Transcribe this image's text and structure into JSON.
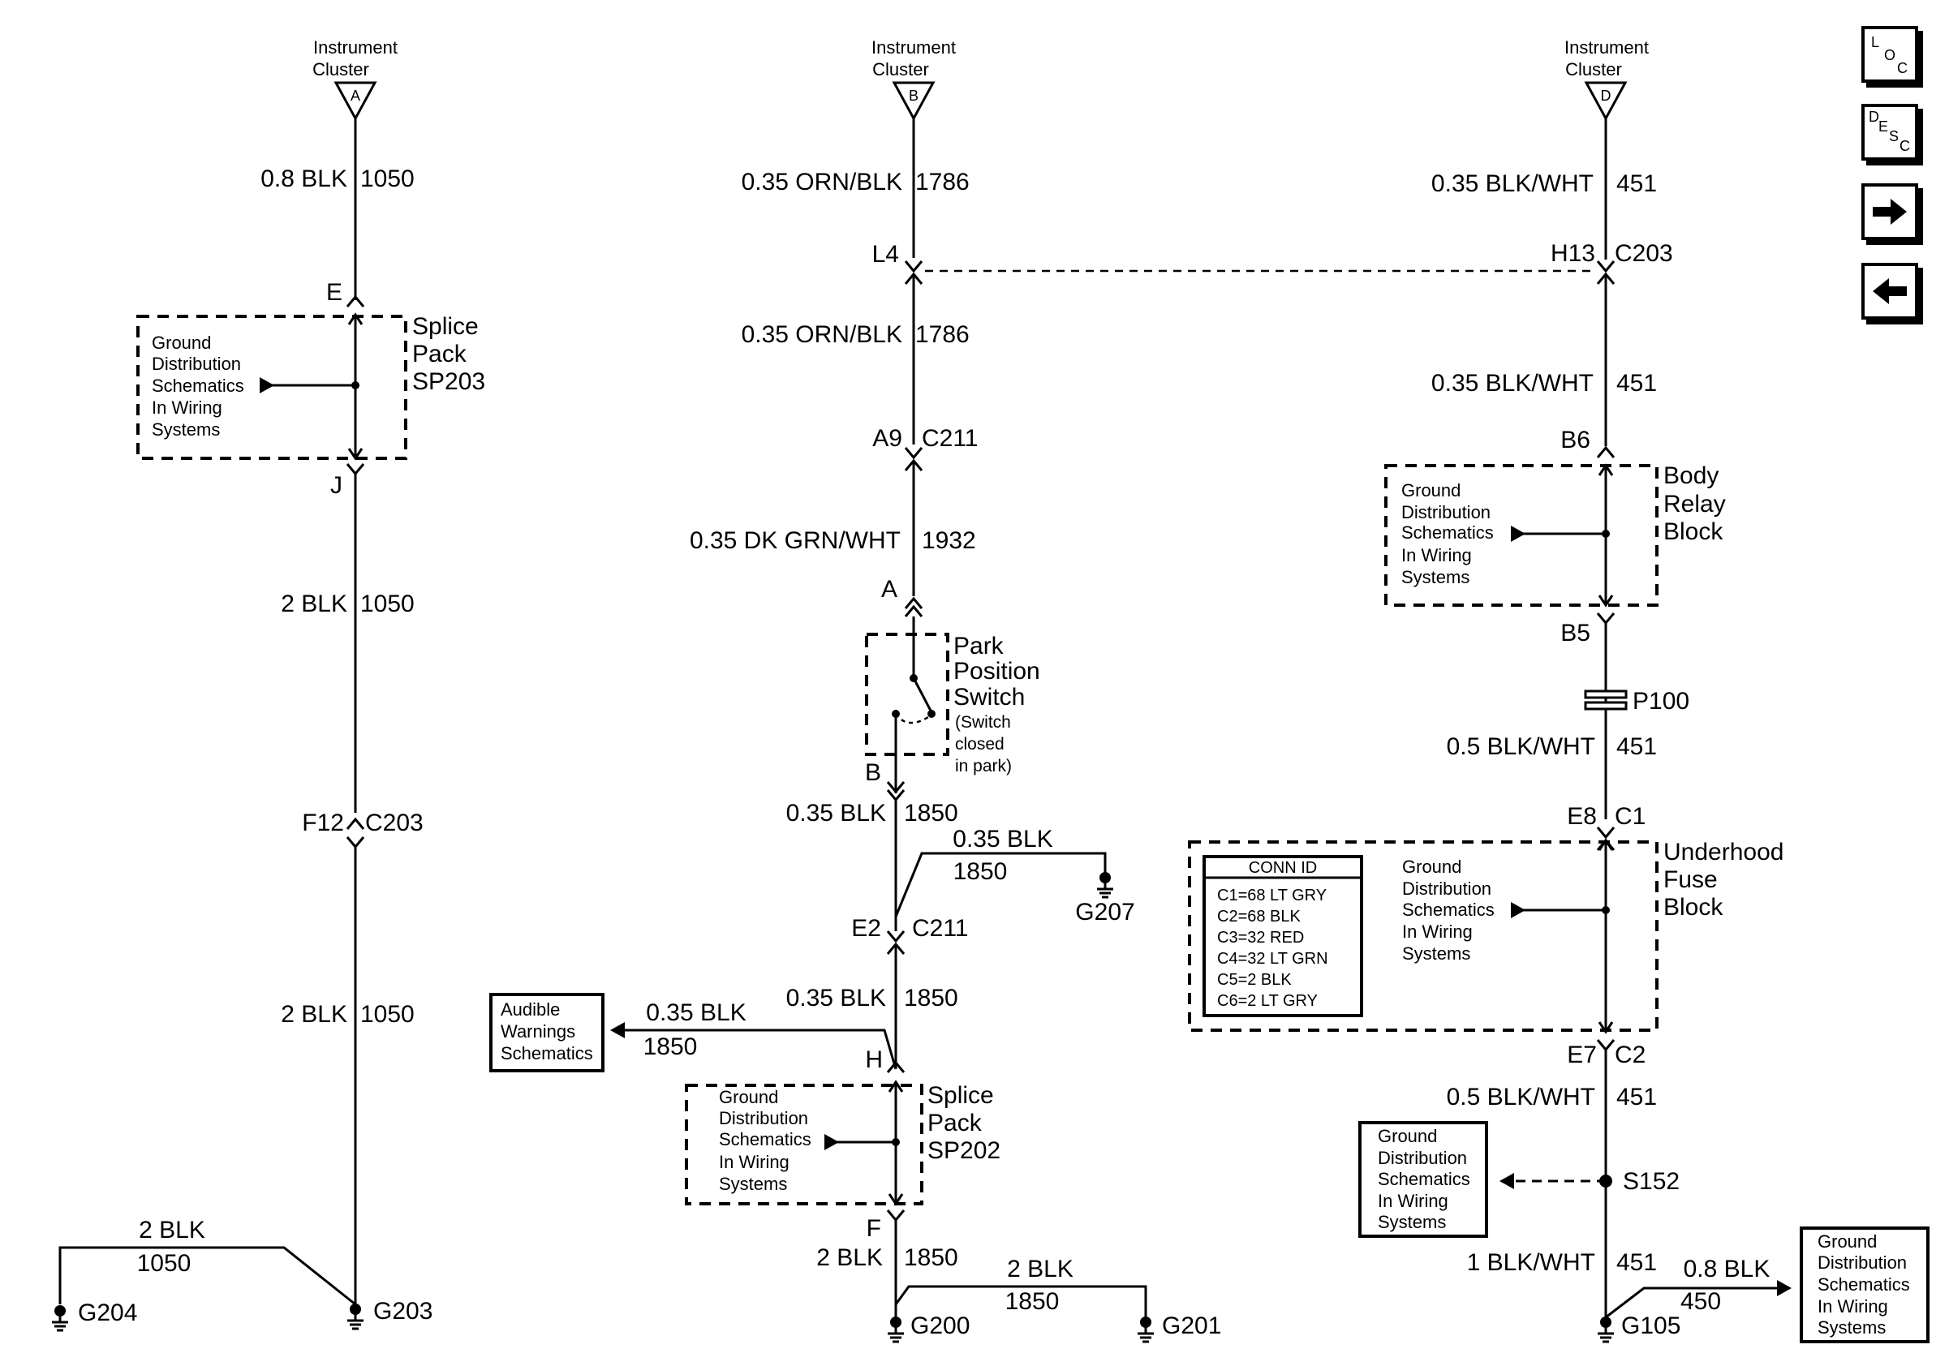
{
  "instrument_cluster": "Instrument",
  "cluster": "Cluster",
  "nav": {
    "loc": [
      "L",
      "O",
      "C"
    ],
    "desc": [
      "D",
      "E",
      "S",
      "C"
    ]
  },
  "col1": {
    "conn": "A",
    "w1_gauge": "0.8 BLK",
    "w1_circuit": "1050",
    "pin_e": "E",
    "pin_j": "J",
    "splice_title": [
      "Splice",
      "Pack",
      "SP203"
    ],
    "gd_text": [
      "Ground",
      "Distribution",
      "Schematics",
      "In Wiring",
      "Systems"
    ],
    "w2_gauge": "2 BLK",
    "w2_circuit": "1050",
    "pin_f12": "F12",
    "c203": "C203",
    "w3_gauge": "2 BLK",
    "w3_circuit": "1050",
    "w4_gauge": "2 BLK",
    "w4_circuit": "1050",
    "g204": "G204",
    "g203": "G203"
  },
  "col2": {
    "conn": "B",
    "w1_gauge": "0.35 ORN/BLK",
    "w1_circuit": "1786",
    "pin_l4": "L4",
    "w2_gauge": "0.35 ORN/BLK",
    "w2_circuit": "1786",
    "pin_a9": "A9",
    "c211": "C211",
    "w3_gauge": "0.35 DK GRN/WHT",
    "w3_circuit": "1932",
    "pin_a": "A",
    "switch_title": [
      "Park",
      "Position",
      "Switch"
    ],
    "switch_note": [
      "(Switch",
      "closed",
      "in park)"
    ],
    "pin_b": "B",
    "w4_gauge": "0.35 BLK",
    "w4_circuit": "1850",
    "w5_gauge": "0.35 BLK",
    "w5_circuit": "1850",
    "g207": "G207",
    "pin_e2": "E2",
    "c211b": "C211",
    "aw_text": [
      "Audible",
      "Warnings",
      "Schematics"
    ],
    "w6_gauge": "0.35 BLK",
    "w6_circuit": "1850",
    "w7_gauge": "0.35 BLK",
    "w7_circuit": "1850",
    "pin_h": "H",
    "splice_title": [
      "Splice",
      "Pack",
      "SP202"
    ],
    "gd_text": [
      "Ground",
      "Distribution",
      "Schematics",
      "In Wiring",
      "Systems"
    ],
    "pin_f": "F",
    "w8_gauge": "2 BLK",
    "w8_circuit": "1850",
    "w9_gauge": "2 BLK",
    "w9_circuit": "1850",
    "g200": "G200",
    "g201": "G201"
  },
  "col3": {
    "conn": "D",
    "w1_gauge": "0.35 BLK/WHT",
    "w1_circuit": "451",
    "pin_h13": "H13",
    "c203": "C203",
    "w2_gauge": "0.35 BLK/WHT",
    "w2_circuit": "451",
    "pin_b6": "B6",
    "relay_title": [
      "Body",
      "Relay",
      "Block"
    ],
    "gd_text": [
      "Ground",
      "Distribution",
      "Schematics",
      "In Wiring",
      "Systems"
    ],
    "pin_b5": "B5",
    "p100": "P100",
    "w3_gauge": "0.5 BLK/WHT",
    "w3_circuit": "451",
    "pin_e8": "E8",
    "c1": "C1",
    "fuse_title": [
      "Underhood",
      "Fuse",
      "Block"
    ],
    "conn_id_title": "CONN ID",
    "conn_id_rows": [
      "C1=68 LT GRY",
      "C2=68 BLK",
      "C3=32 RED",
      "C4=32 LT GRN",
      "C5=2 BLK",
      "C6=2 LT GRY"
    ],
    "gd_text2": [
      "Ground",
      "Distribution",
      "Schematics",
      "In Wiring",
      "Systems"
    ],
    "pin_e7": "E7",
    "c2": "C2",
    "w4_gauge": "0.5 BLK/WHT",
    "w4_circuit": "451",
    "gd_text3": [
      "Ground",
      "Distribution",
      "Schematics",
      "In Wiring",
      "Systems"
    ],
    "s152": "S152",
    "w5_gauge": "1 BLK/WHT",
    "w5_circuit": "451",
    "w6_gauge": "0.8 BLK",
    "w6_circuit": "450",
    "gd_text4": [
      "Ground",
      "Distribution",
      "Schematics",
      "In Wiring",
      "Systems"
    ],
    "g105": "G105"
  }
}
